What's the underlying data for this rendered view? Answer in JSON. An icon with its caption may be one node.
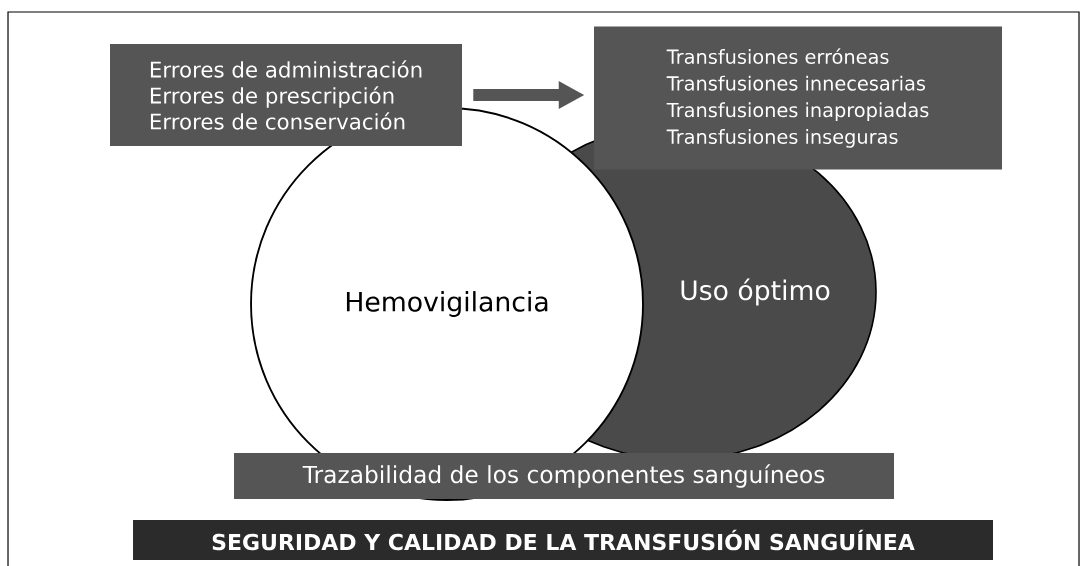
{
  "diagram": {
    "title": "SEGURIDAD Y CALIDAD DE LA TRANSFUSIÓN SANGUÍNEA",
    "nodes": [
      {
        "text": [
          "Errores de administración",
          "Errores de prescripción",
          "Errores de conservación"
        ]
      },
      {
        "text": [
          "Transfusiones erróneas",
          "Transfusiones innecesarias",
          "Transfusiones inapropiadas",
          "Transfusiones inseguras"
        ]
      },
      {
        "text": [
          "Hemovigilancia"
        ]
      },
      {
        "text": [
          "Uso óptimo"
        ]
      },
      {
        "text": [
          "Trazabilidad de los componentes sanguíneos"
        ]
      }
    ],
    "edges": [
      {
        "from": 0,
        "to": 1,
        "arrow": "to"
      }
    ]
  }
}
